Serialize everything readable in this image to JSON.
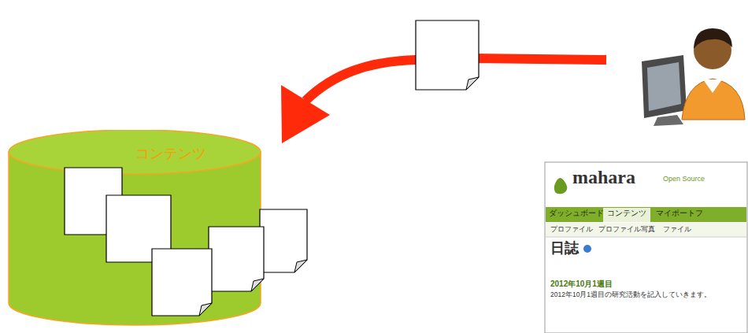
{
  "diagram": {
    "nodes": [
      {
        "text": [
          "コンテンツ"
        ]
      }
    ],
    "labels": [
      "mahara",
      "Open Source",
      "ダッシュボード",
      "コンテンツ",
      "マイポートフ",
      "プロファイル",
      "プロファイル写真",
      "ファイル",
      "日誌",
      "2012年10月1週目",
      "2012年10月1週目の研究活動を記入していきます。"
    ]
  }
}
